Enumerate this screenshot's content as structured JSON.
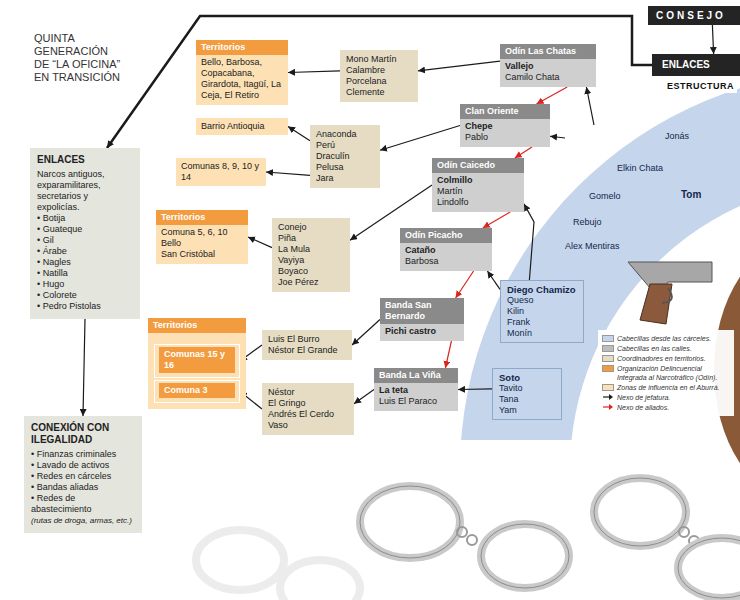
{
  "diagram": {
    "nodes": [
      {
        "text": [
          "CONSEJO"
        ]
      },
      {
        "text": [
          "ENLACES"
        ]
      },
      {
        "text": [
          "ENLACES",
          "Narcos antiguos, exparamilitares, secretarios y expolicías.",
          "• Botija",
          "• Guateque",
          "• Gil",
          "• Árabe",
          "• Nagles",
          "• Natilla",
          "• Hugo",
          "• Colorete",
          "• Pedro Pistolas"
        ]
      },
      {
        "text": [
          "CONEXIÓN CON ILEGALIDAD",
          "• Finanzas criminales",
          "• Lavado de activos",
          "• Redes en cárceles",
          "• Bandas aliadas",
          "• Redes de abastecimiento",
          "(rutas de droga, armas, etc.)"
        ]
      },
      {
        "text": [
          "Territorios",
          "Bello, Barbosa, Copacabana, Girardota, Itagüí, La Ceja, El Retiro"
        ]
      },
      {
        "text": [
          "Barrio Antioquia"
        ]
      },
      {
        "text": [
          "Comunas 8, 9, 10 y 14"
        ]
      },
      {
        "text": [
          "Territorios",
          "Comuna 5, 6, 10",
          "Bello",
          "San Cristóbal"
        ]
      },
      {
        "text": [
          "Territorios"
        ]
      },
      {
        "text": [
          "Comunas 15 y 16"
        ],
        "in": 8
      },
      {
        "text": [
          "Comuna 3"
        ],
        "in": 8
      },
      {
        "text": [
          "Mono Martín",
          "Calambre",
          "Porcelana",
          "Clemente"
        ]
      },
      {
        "text": [
          "Anaconda",
          "Perú",
          "Draculín",
          "Pelusa",
          "Jara"
        ]
      },
      {
        "text": [
          "Conejo",
          "Piña",
          "La Mula",
          "Vayiya",
          "Boyaco",
          "Joe Pérez"
        ]
      },
      {
        "text": [
          "Luis El Burro",
          "Néstor El Grande"
        ]
      },
      {
        "text": [
          "Néstor",
          "El Gringo",
          "Andrés El Cerdo",
          "Vaso"
        ]
      },
      {
        "text": [
          "Odín Las Chatas",
          "Vallejo",
          "Camilo Chata"
        ]
      },
      {
        "text": [
          "Clan Oriente",
          "Chepe",
          "Pablo"
        ]
      },
      {
        "text": [
          "Odín Caicedo",
          "Colmillo",
          "Martín",
          "Lindolfo"
        ]
      },
      {
        "text": [
          "Odín Picacho",
          "Cataño",
          "Barbosa"
        ]
      },
      {
        "text": [
          "Banda San Bernardo",
          "Pichi castro"
        ]
      },
      {
        "text": [
          "Banda La Viña",
          "La teta",
          "Luis El Paraco"
        ]
      },
      {
        "text": [
          "Jonás",
          "Elkin Chata",
          "Tom",
          "Gomelo",
          "Rebujo",
          "Alex Mentiras"
        ]
      },
      {
        "text": [
          "Diego Chamizo",
          "Queso",
          "Kilin",
          "Frank",
          "Monín"
        ]
      },
      {
        "text": [
          "Soto",
          "Tavito",
          "Tana",
          "Yam"
        ]
      }
    ],
    "edges": [
      {
        "from": 0,
        "to": 1,
        "arrow": "to"
      },
      {
        "from": 1,
        "to": 2,
        "arrow": "to"
      },
      {
        "from": 2,
        "to": 3,
        "arrow": "to"
      },
      {
        "from": 16,
        "to": 11,
        "arrow": "to"
      },
      {
        "from": 11,
        "to": 4,
        "arrow": "to"
      },
      {
        "from": 17,
        "to": 12,
        "arrow": "to"
      },
      {
        "from": 12,
        "to": 5,
        "arrow": "to"
      },
      {
        "from": 12,
        "to": 6,
        "arrow": "to"
      },
      {
        "from": 18,
        "to": 13,
        "arrow": "to"
      },
      {
        "from": 13,
        "to": 7,
        "arrow": "to"
      },
      {
        "from": 20,
        "to": 14,
        "arrow": "to"
      },
      {
        "from": 14,
        "to": 9,
        "arrow": "to"
      },
      {
        "from": 21,
        "to": 15,
        "arrow": "to"
      },
      {
        "from": 15,
        "to": 10,
        "arrow": "to"
      },
      {
        "from": 16,
        "to": 17,
        "arrow": "to"
      },
      {
        "from": 17,
        "to": 18,
        "arrow": "to"
      },
      {
        "from": 18,
        "to": 19,
        "arrow": "to"
      },
      {
        "from": 19,
        "to": 20,
        "arrow": "to"
      },
      {
        "from": 20,
        "to": 21,
        "arrow": "to"
      },
      {
        "from": 22,
        "to": 16,
        "arrow": "to"
      },
      {
        "from": 22,
        "to": 17,
        "arrow": "to"
      },
      {
        "from": 23,
        "to": 18,
        "arrow": "to"
      },
      {
        "from": 23,
        "to": 19,
        "arrow": "to"
      },
      {
        "from": 24,
        "to": 21,
        "arrow": "to"
      }
    ],
    "labels": [
      "QUINTA GENERACIÓN DE “LA OFICINA” EN TRANSICIÓN",
      "ESTRUCTURA"
    ],
    "legend": [
      {
        "text": "Cabecillas desde las cárceles.",
        "color": "#c5d6ec"
      },
      {
        "text": "Cabecillas en las calles.",
        "color": "#bdbdbd"
      },
      {
        "text": "Coordinadores en territorios.",
        "color": "#e6dcc4"
      },
      {
        "text": "Organización Delincuencial Integrada al Narcotráfico (Odín).",
        "color": "#f39c3f"
      },
      {
        "text": "Zonas de influencia en el Aburrá.",
        "color": "#fde0b4"
      },
      {
        "text": "Nexo de jefatura."
      },
      {
        "text": "Nexo de aliados."
      }
    ]
  }
}
